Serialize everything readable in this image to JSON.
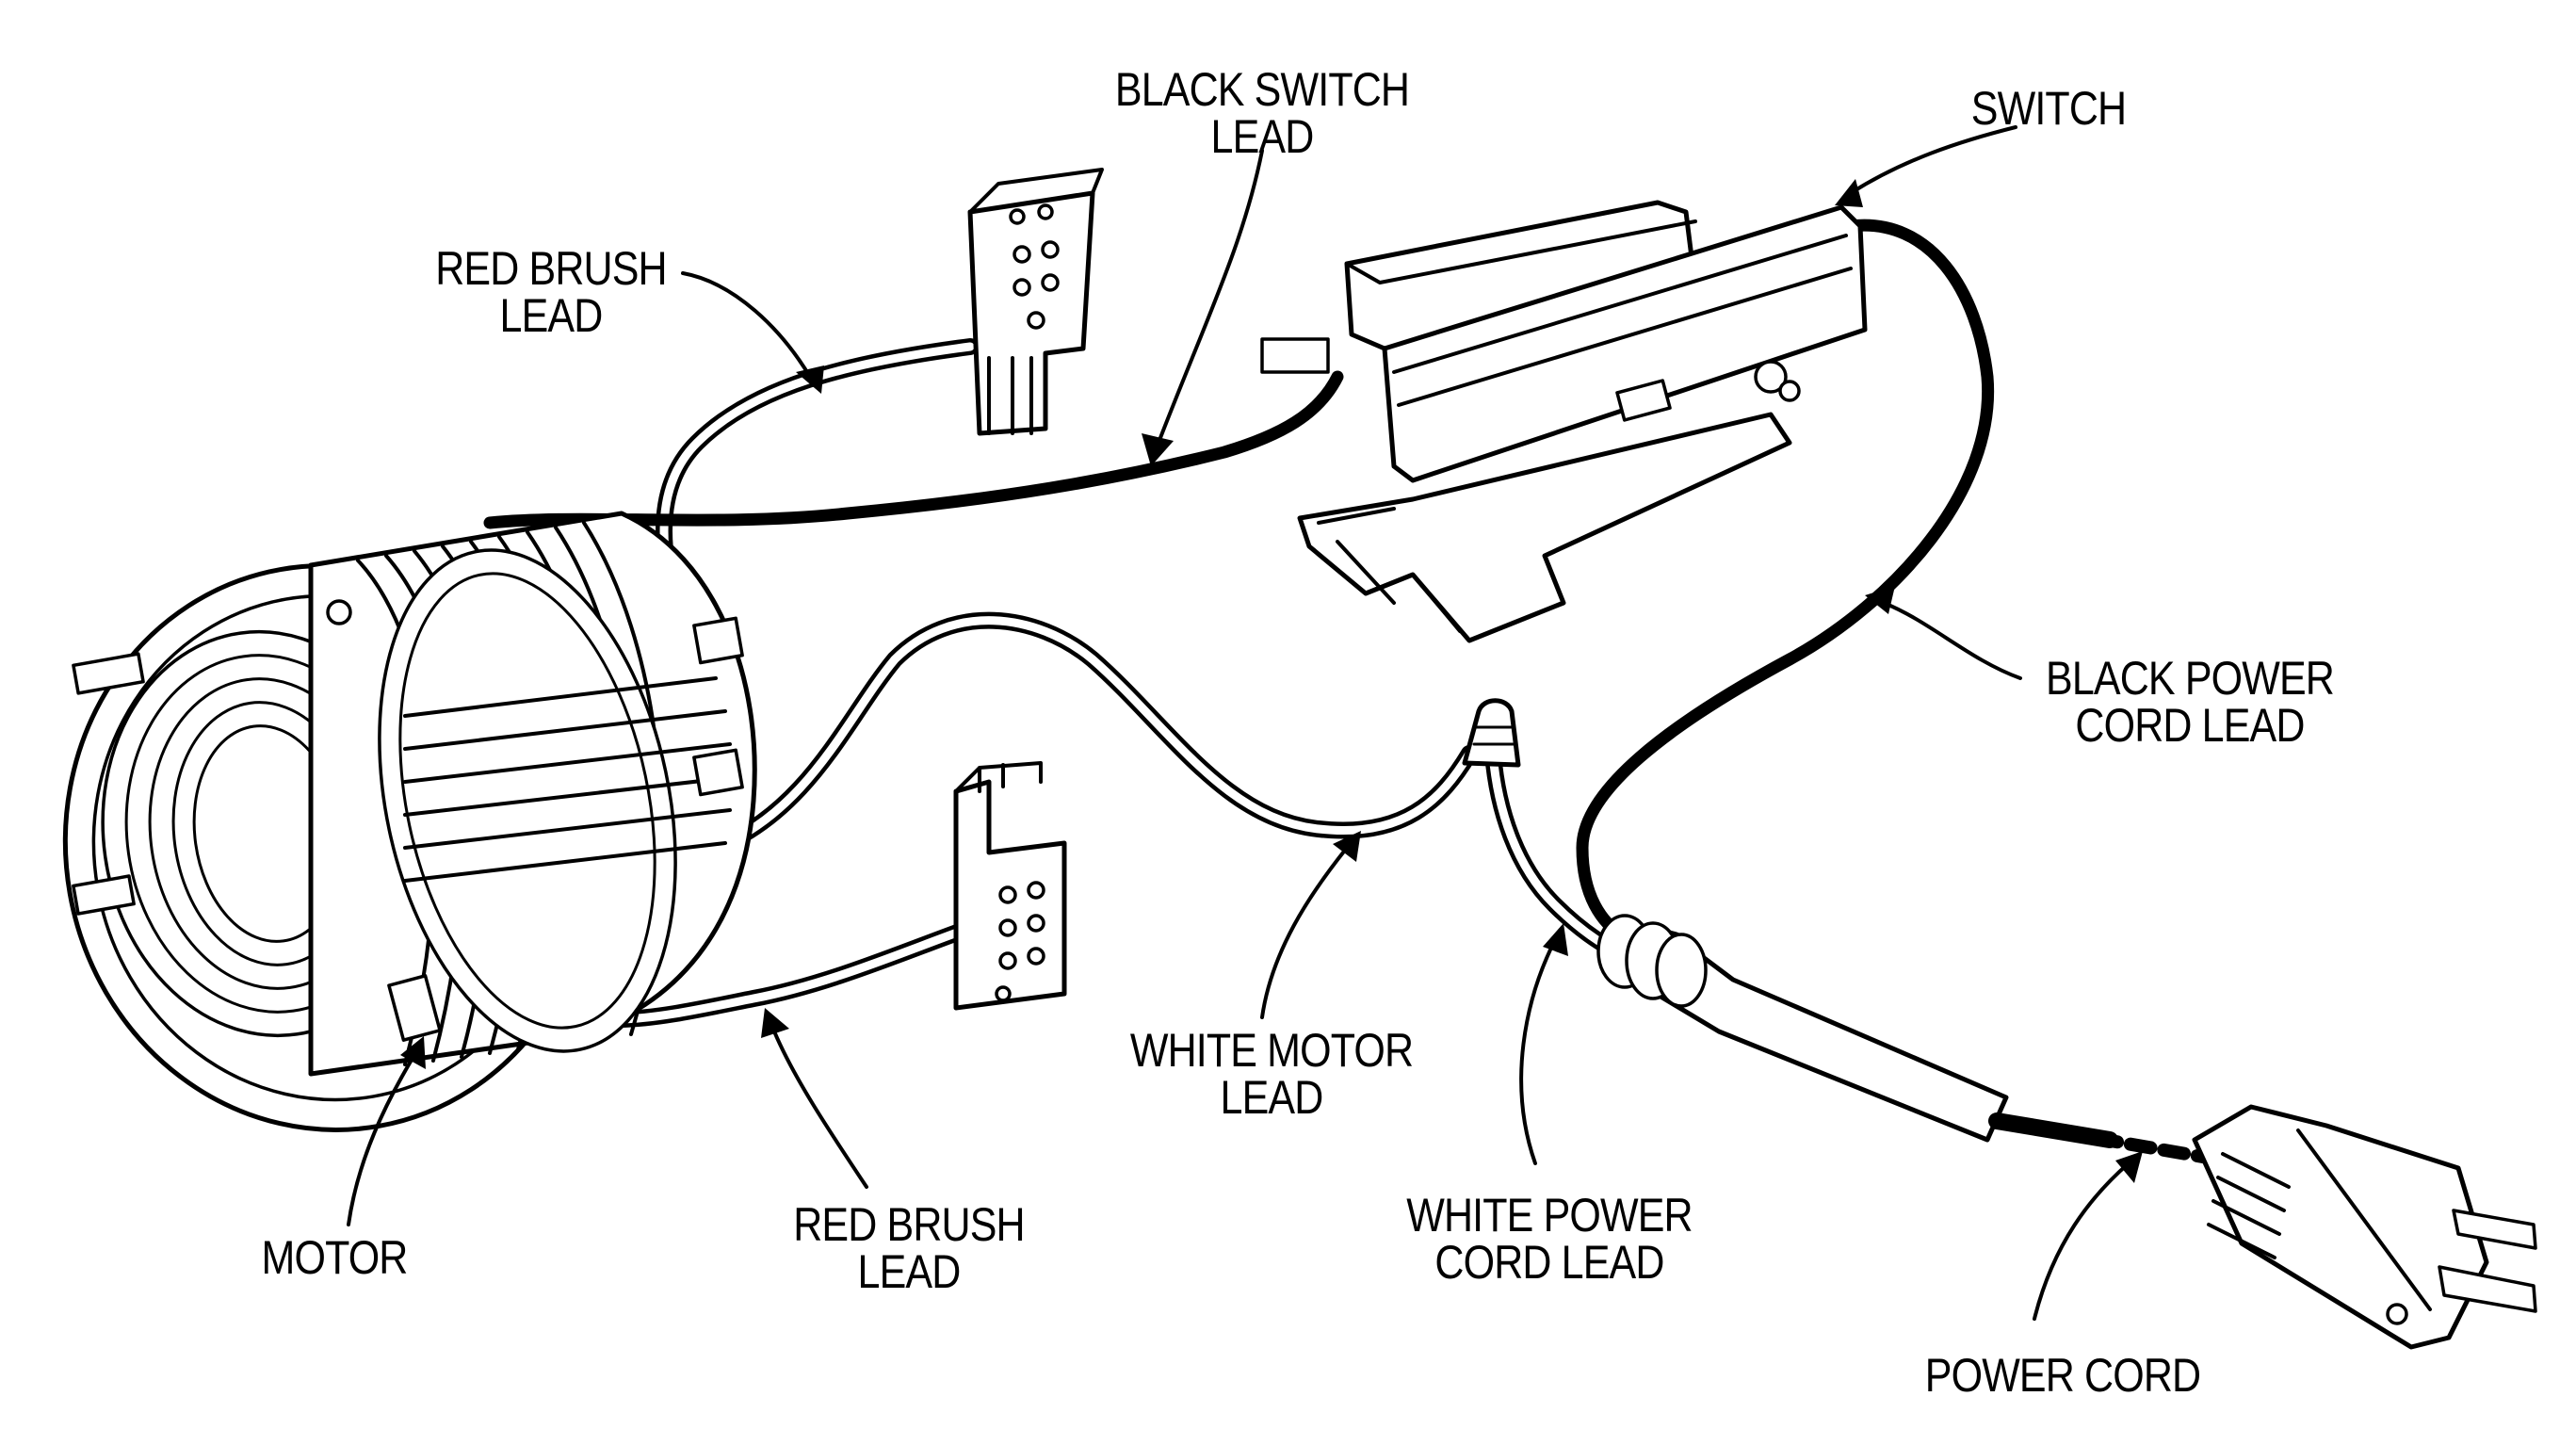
{
  "labels": {
    "black_switch_lead": [
      "BLACK SWITCH",
      "LEAD"
    ],
    "switch": [
      "SWITCH"
    ],
    "red_brush_lead_top": [
      "RED BRUSH",
      "LEAD"
    ],
    "black_power_cord_lead": [
      "BLACK POWER",
      "CORD LEAD"
    ],
    "white_motor_lead": [
      "WHITE MOTOR",
      "LEAD"
    ],
    "motor": [
      "MOTOR"
    ],
    "red_brush_lead_bottom": [
      "RED BRUSH",
      "LEAD"
    ],
    "white_power_cord_lead": [
      "WHITE POWER",
      "CORD LEAD"
    ],
    "power_cord": [
      "POWER CORD"
    ]
  },
  "icons": {
    "motor": "motor-icon",
    "switch": "switch-icon",
    "brush_connector": "connector-icon",
    "plug": "plug-icon",
    "wire_nut": "wire-nut-icon"
  },
  "colors": {
    "ink": "#000000",
    "paper": "#ffffff"
  }
}
